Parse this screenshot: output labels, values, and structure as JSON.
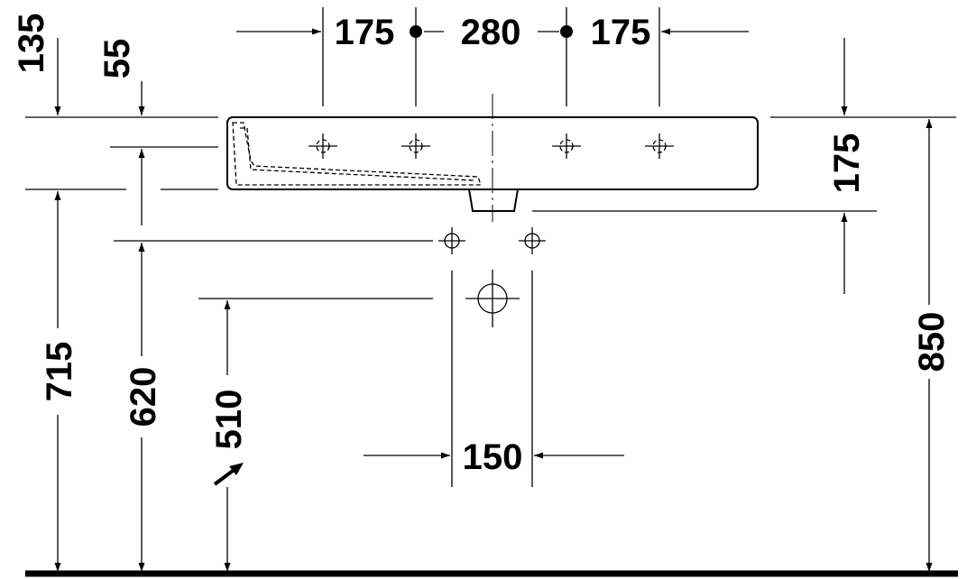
{
  "dimensions": {
    "top_left_offset": "135",
    "top_inner_offset": "55",
    "tap_left_spacing": "175",
    "tap_center_spacing": "280",
    "tap_right_spacing": "175",
    "basin_height": "175",
    "rim_height": "715",
    "mounting_height": "620",
    "outlet_height": "510",
    "overall_height": "850",
    "outlet_spacing": "150"
  }
}
